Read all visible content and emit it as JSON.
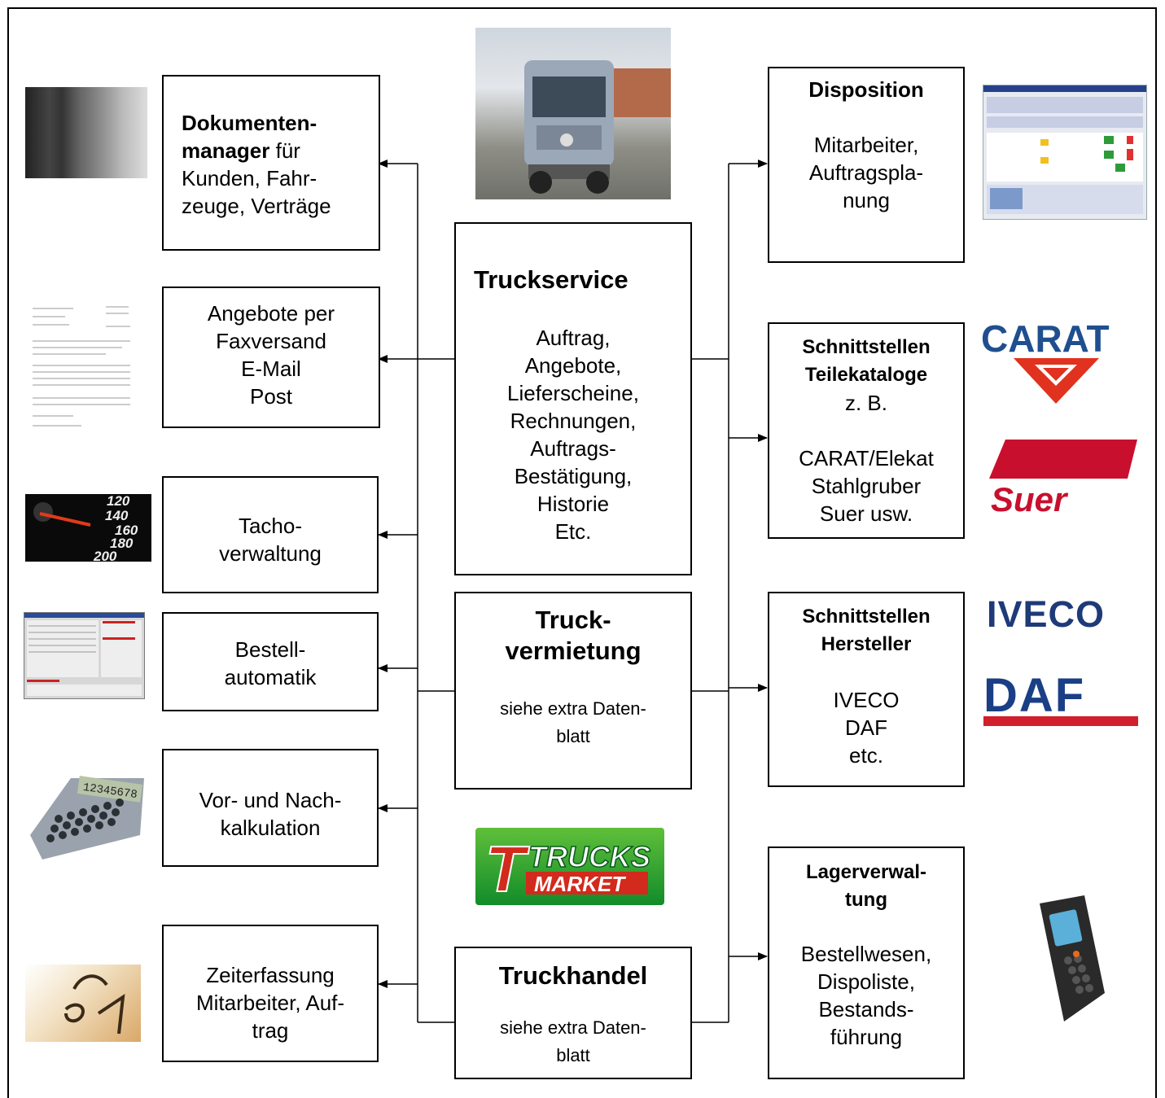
{
  "left": {
    "dokumente": {
      "bold": "Dokumenten-\nmanager",
      "rest": " für\nKunden, Fahr-\nzeuge, Verträge"
    },
    "angebote": "Angebote per\nFaxversand\nE-Mail\nPost",
    "tacho": "Tacho-\nverwaltung",
    "bestell": "Bestell-\nautomatik",
    "kalkulation": "Vor- und Nach-\nkalkulation",
    "zeit": "Zeiterfassung\nMitarbeiter, Auf-\ntrag"
  },
  "center": {
    "truckservice": {
      "title": "Truckservice",
      "body": "Auftrag,\nAngebote,\nLieferscheine,\nRechnungen,\nAuftrags-\nBestätigung,\nHistorie\nEtc."
    },
    "vermietung": {
      "title": "Truck-\nvermietung",
      "body": "siehe extra Daten-\nblatt"
    },
    "handel": {
      "title": "Truckhandel",
      "body": "siehe extra Daten-\nblatt"
    }
  },
  "right": {
    "disposition": {
      "title": "Disposition",
      "body": "Mitarbeiter,\nAuftragspla-\nnung"
    },
    "teile": {
      "title": "Schnittstellen\nTeilekataloge",
      "body": "z. B.\n\nCARAT/Elekat\nStahlgruber\nSuer usw."
    },
    "hersteller": {
      "title": "Schnittstellen\nHersteller",
      "body": "IVECO\nDAF\netc."
    },
    "lager": {
      "title": "Lagerverwal-\ntung",
      "body": "Bestellwesen,\nDispoliste,\nBestands-\nführung"
    }
  },
  "logos": {
    "carat": "CARAT",
    "suer": "Suer",
    "iveco": "IVECO",
    "daf": "DAF",
    "trucks": "TRUCKS",
    "market": "MARKET",
    "speedo": [
      "120",
      "140",
      "160",
      "180",
      "200"
    ],
    "calculator_display": "12345678"
  },
  "colors": {
    "carat_blue": "#1f4f8f",
    "carat_red": "#e0321e",
    "suer_red": "#c8102e",
    "iveco_blue": "#1e3a78",
    "daf_blue": "#1a3f86",
    "daf_red": "#d21f2c",
    "trucks_green": "#1f9a30",
    "trucks_red": "#d22a1c"
  }
}
